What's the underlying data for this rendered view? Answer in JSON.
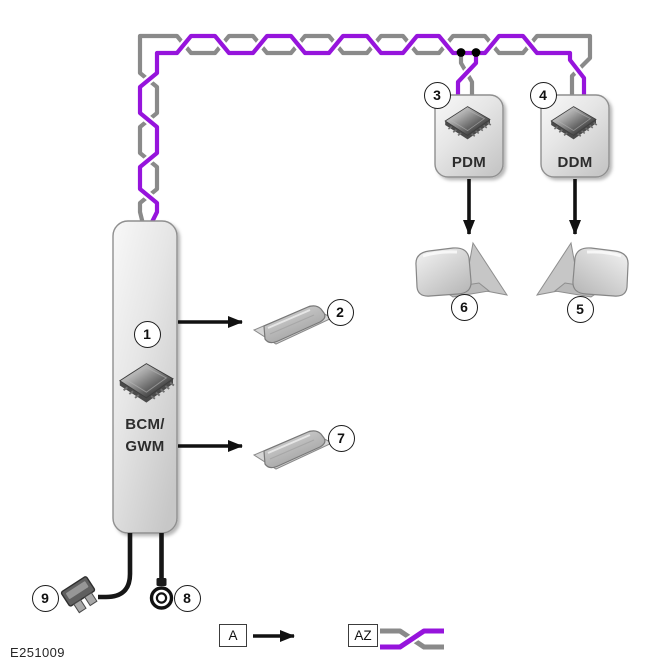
{
  "figure": {
    "code": "E251009"
  },
  "colors": {
    "bus_purple": "#9614dc",
    "bus_gray": "#8a8a8a",
    "wire_black": "#161616"
  },
  "modules": {
    "bcm_gwm": {
      "label_line1": "BCM/",
      "label_line2": "GWM"
    },
    "pdm": {
      "label": "PDM"
    },
    "ddm": {
      "label": "DDM"
    }
  },
  "callouts": {
    "bcm_gwm": "1",
    "component_upper": "2",
    "pdm": "3",
    "ddm": "4",
    "mirror_right": "5",
    "mirror_left": "6",
    "component_lower": "7",
    "ring_terminal": "8",
    "fuse": "9"
  },
  "legend": {
    "source_label": "A",
    "circuit_label": "AZ"
  },
  "icons": {
    "module_chip": "chip-icon",
    "door_component": "control-module-icon",
    "side_mirror": "side-mirror-icon",
    "fuse": "fuse-icon",
    "ring_terminal": "ring-terminal-icon",
    "twisted_pair": "twisted-pair-icon",
    "junction": "junction-dot"
  }
}
